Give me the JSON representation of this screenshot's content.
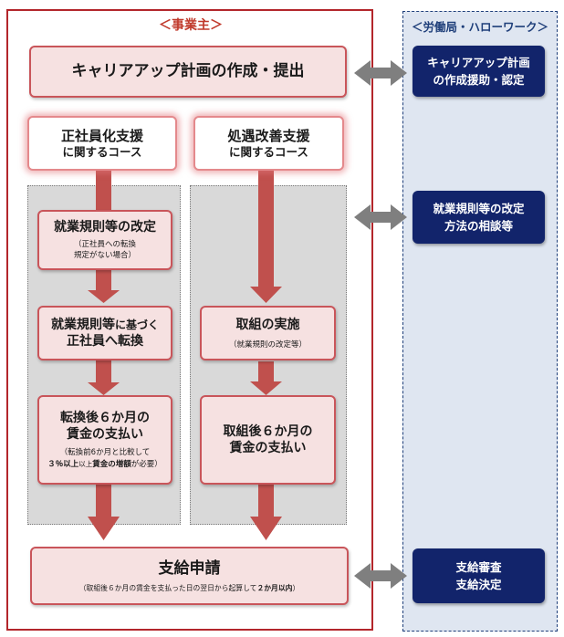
{
  "employer": {
    "title": "＜事業主＞"
  },
  "authority": {
    "title": "＜労働局・ハローワーク＞",
    "box1": {
      "line1": "キャリアアップ計画",
      "line2": "の作成援助・認定"
    },
    "box2": {
      "line1": "就業規則等の改定",
      "line2": "方法の相談等"
    },
    "box3": {
      "line1": "支給審査",
      "line2": "支給決定"
    }
  },
  "plan": {
    "label": "キャリアアップ計画の作成・提出"
  },
  "course_left": {
    "line1": "正社員化支援",
    "line2": "に関するコース"
  },
  "course_right": {
    "line1": "処遇改善支援",
    "line2": "に関するコース"
  },
  "left_steps": {
    "step1": {
      "title": "就業規則等の改定",
      "note1": "（正社員への転換",
      "note2": "規定がない場合）"
    },
    "step2": {
      "line1a": "就業規則等",
      "line1b": "に基づく",
      "line2": "正社員へ転換"
    },
    "step3": {
      "line1": "転換後６か月の",
      "line2": "賃金の支払い",
      "note1": "（転換前6か月と比較して",
      "note2a": "３％以上",
      "note2b": "賃金の増額",
      "note2c": "が必要）"
    }
  },
  "right_steps": {
    "step1": {
      "title": "取組の実施",
      "note": "（就業規則の改定等）"
    },
    "step2": {
      "line1": "取組後６か月の",
      "line2": "賃金の支払い"
    }
  },
  "application": {
    "title": "支給申請",
    "note_a": "（取組後６か月の賃金を支払った日の翌日から起算して",
    "note_b": "２か月以内",
    "note_c": "）"
  },
  "colors": {
    "red_frame": "#b3262b",
    "arrow_red": "#c0504d",
    "navy": "#12246b",
    "gray_arrow": "#7f7f7f"
  }
}
